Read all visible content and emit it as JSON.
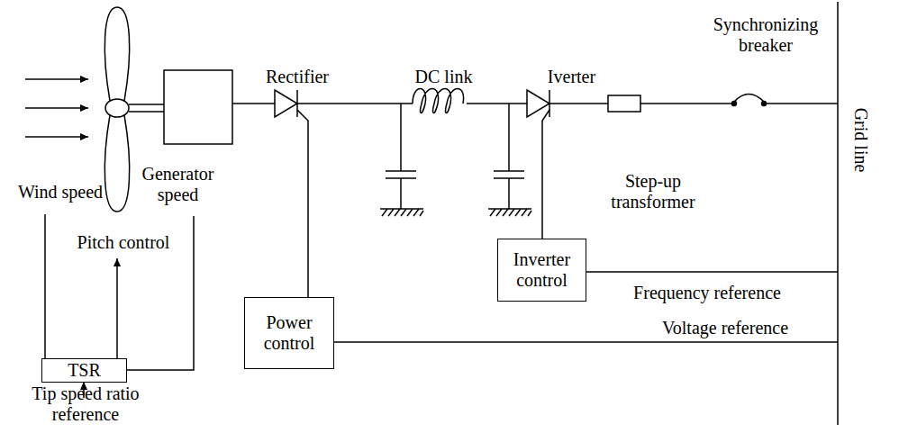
{
  "diagram": {
    "nodes": [
      {
        "text": [
          "TSR"
        ]
      },
      {
        "text": [
          "Inverter control"
        ]
      },
      {
        "text": [
          "Power control"
        ]
      }
    ],
    "labels": [
      "Wind speed",
      "Generator speed",
      "Rectifier",
      "DC link",
      "Iverter",
      "Synchronizing breaker",
      "Step-up transformer",
      "Grid line",
      "Pitch control",
      "Tip speed ratio reference",
      "Frequency reference",
      "Voltage reference"
    ]
  }
}
